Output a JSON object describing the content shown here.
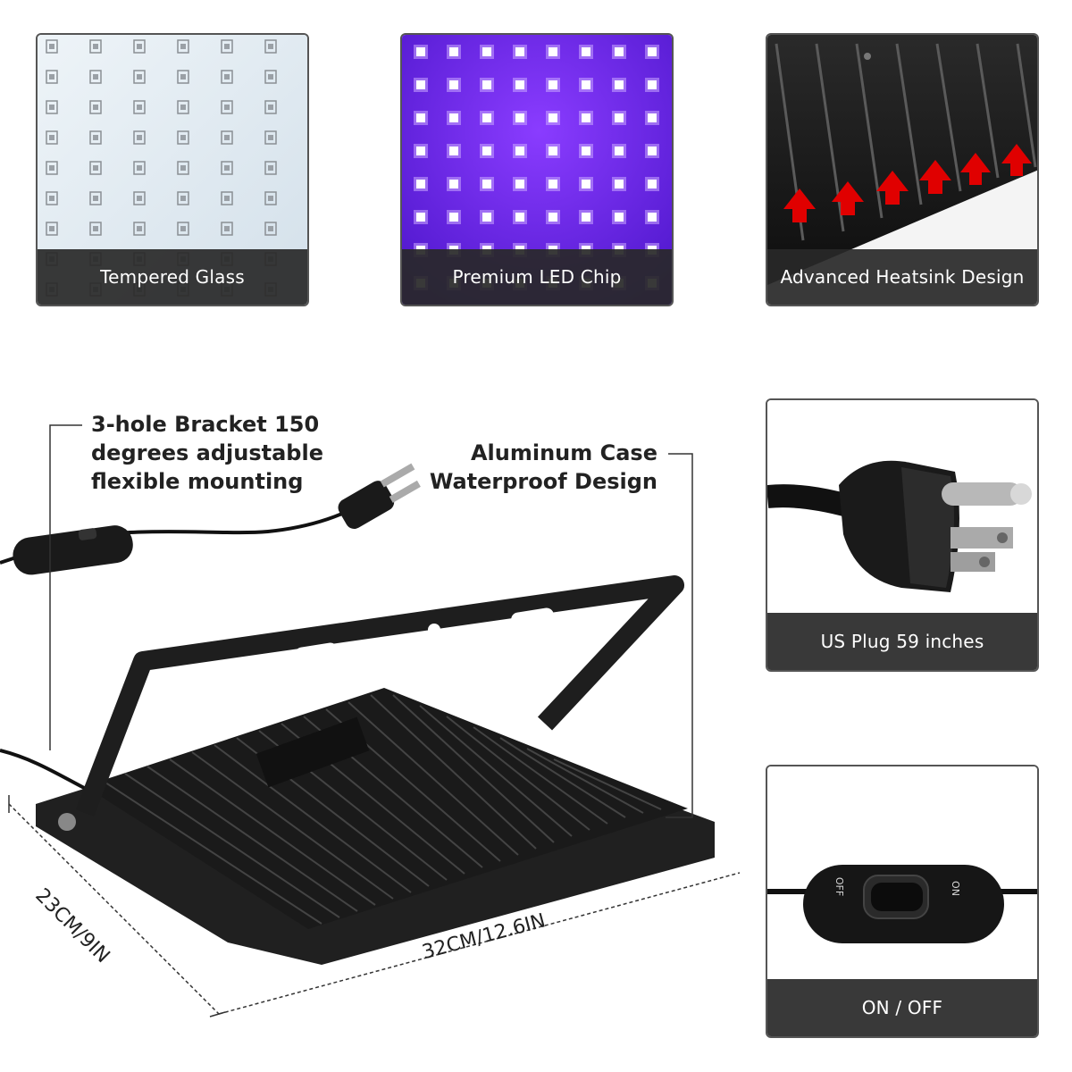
{
  "features": {
    "tempered_glass": {
      "label": "Tempered Glass",
      "icon": "led-grid-white-icon",
      "color": "#dfeaf2"
    },
    "led_chip": {
      "label": "Premium LED Chip",
      "icon": "led-grid-uv-icon",
      "color": "#6a2cff"
    },
    "heatsink": {
      "label": "Advanced Heatsink Design",
      "icon": "heat-arrow-icon",
      "color": "#e00000"
    }
  },
  "details": {
    "plug": {
      "label": "US Plug 59 inches",
      "icon": "us-plug-icon"
    },
    "switch": {
      "label": "ON / OFF",
      "icon": "inline-switch-icon",
      "off_text": "OFF",
      "on_text": "ON"
    }
  },
  "callouts": {
    "bracket": [
      "3-hole Bracket 150",
      "degrees adjustable",
      "flexible mounting"
    ],
    "case": [
      "Aluminum Case",
      "Waterproof Design"
    ]
  },
  "dimensions": {
    "width": "32CM/12.6IN",
    "height": "23CM/9IN"
  },
  "colors": {
    "frame": "#555555",
    "caption_bg": "#282828",
    "uv": "#6a2cff",
    "arrow": "#e00000"
  }
}
